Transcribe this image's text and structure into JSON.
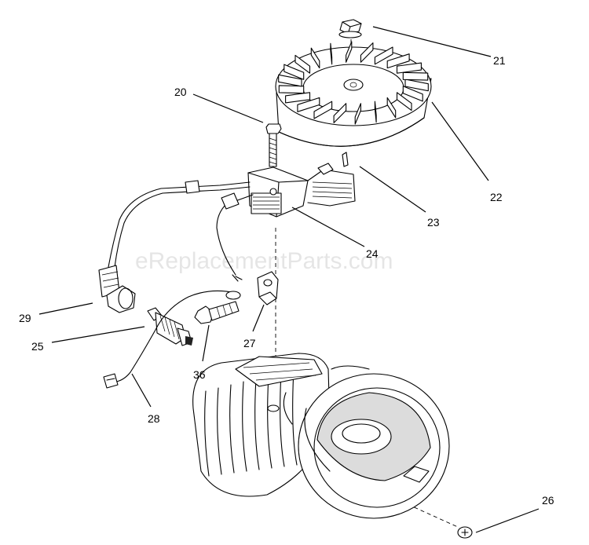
{
  "watermark": "eReplacementParts.com",
  "callouts": [
    {
      "id": "21",
      "label": "21"
    },
    {
      "id": "20",
      "label": "20"
    },
    {
      "id": "22",
      "label": "22"
    },
    {
      "id": "23",
      "label": "23"
    },
    {
      "id": "24",
      "label": "24"
    },
    {
      "id": "29",
      "label": "29"
    },
    {
      "id": "25",
      "label": "25"
    },
    {
      "id": "27",
      "label": "27"
    },
    {
      "id": "36",
      "label": "36"
    },
    {
      "id": "28",
      "label": "28"
    },
    {
      "id": "26",
      "label": "26"
    }
  ]
}
